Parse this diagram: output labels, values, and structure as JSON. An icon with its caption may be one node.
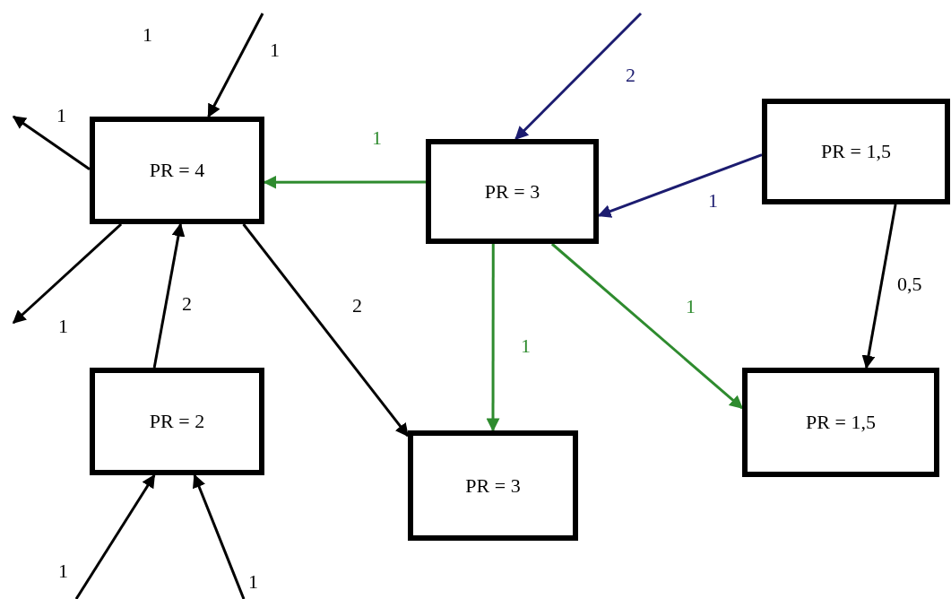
{
  "diagram": {
    "nodes": [
      {
        "text": [
          "PR = 4"
        ]
      },
      {
        "text": [
          "PR = 3"
        ]
      },
      {
        "text": [
          "PR = 1,5"
        ]
      },
      {
        "text": [
          "PR = 2"
        ]
      },
      {
        "text": [
          "PR = 3"
        ]
      },
      {
        "text": [
          "PR = 1,5"
        ]
      }
    ],
    "edges": [
      {
        "from": null,
        "to": 0,
        "arrow": "to",
        "label": "1"
      },
      {
        "from": 0,
        "to": null,
        "arrow": "to",
        "label": "1"
      },
      {
        "from": 0,
        "to": null,
        "arrow": "to",
        "label": "1"
      },
      {
        "from": 3,
        "to": 0,
        "arrow": "to",
        "label": "2"
      },
      {
        "from": 0,
        "to": 4,
        "arrow": "to",
        "label": "2"
      },
      {
        "from": 1,
        "to": 0,
        "arrow": "to",
        "label": "1",
        "color": "#2e8b2e"
      },
      {
        "from": null,
        "to": 1,
        "arrow": "to",
        "label": "2",
        "color": "#1c1c70"
      },
      {
        "from": 2,
        "to": 1,
        "arrow": "to",
        "label": "1",
        "color": "#1c1c70"
      },
      {
        "from": 1,
        "to": 4,
        "arrow": "to",
        "label": "1",
        "color": "#2e8b2e"
      },
      {
        "from": 1,
        "to": 5,
        "arrow": "to",
        "label": "1",
        "color": "#2e8b2e"
      },
      {
        "from": 2,
        "to": 5,
        "arrow": "to",
        "label": "0,5"
      },
      {
        "from": null,
        "to": 3,
        "arrow": "to",
        "label": "1"
      },
      {
        "from": null,
        "to": 3,
        "arrow": "to",
        "label": "1"
      }
    ],
    "labels": [
      "1"
    ]
  }
}
